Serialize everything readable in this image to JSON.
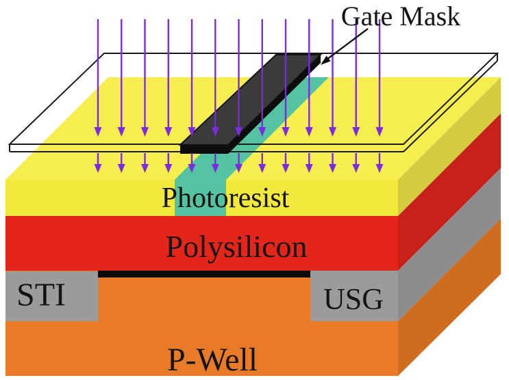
{
  "figure": {
    "gate_mask_label": "Gate Mask",
    "layer_labels": {
      "photoresist": "Photoresist",
      "polysilicon": "Polysilicon",
      "sti": "STI",
      "usg": "USG",
      "pwell": "P-Well"
    },
    "colors": {
      "photoresist_top": "#f5ee4e",
      "photoresist_front": "#f2e93c",
      "photoresist_side": "#d3cb40",
      "unexposed_teal": "#54c3a2",
      "polysilicon_front": "#e3251a",
      "polysilicon_side": "#c7221a",
      "oxide_gray_front": "#9b9b9b",
      "oxide_gray_side": "#8d8d8d",
      "pwell_front": "#e87a28",
      "pwell_side": "#d06c1e",
      "gate_oxide_black": "#0a0a0a",
      "mask_top": "#3b3b3b",
      "mask_edge": "#0d0d0d",
      "plate_outline": "#1a1a1a",
      "uv_arrow": "#7c2be0",
      "pointer_black": "#111111",
      "text": "#141414"
    },
    "uv_arrows": {
      "top_count": 13,
      "bottom_count": 13
    }
  }
}
